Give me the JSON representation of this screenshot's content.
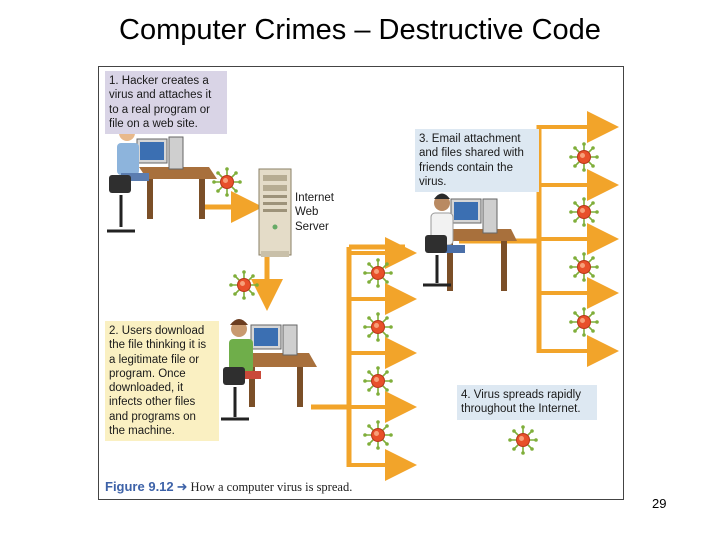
{
  "slide": {
    "title": "Computer Crimes – Destructive Code",
    "page_number": "29"
  },
  "figure": {
    "callout_1": "1. Hacker creates a virus and attaches it to a real program or file on a web site.",
    "callout_2": "2. Users download the file thinking it is a legitimate file or program. Once downloaded, it infects other files and programs on the machine.",
    "callout_3": "3. Email attachment and files shared with friends contain the virus.",
    "callout_4": "4. Virus spreads rapidly throughout the Internet.",
    "server_label": "Internet\nWeb\nServer",
    "caption_number": "Figure 9.12",
    "caption_text": "How a computer virus is spread."
  },
  "colors": {
    "arrow": "#f2a42a",
    "virus_body": "#e8502a",
    "virus_spikes": "#7fae3a",
    "callout_purple": "#d9d4e6",
    "callout_yellow": "#faf0c2",
    "callout_blue": "#dde8f2",
    "caption_blue": "#3d62a8"
  }
}
